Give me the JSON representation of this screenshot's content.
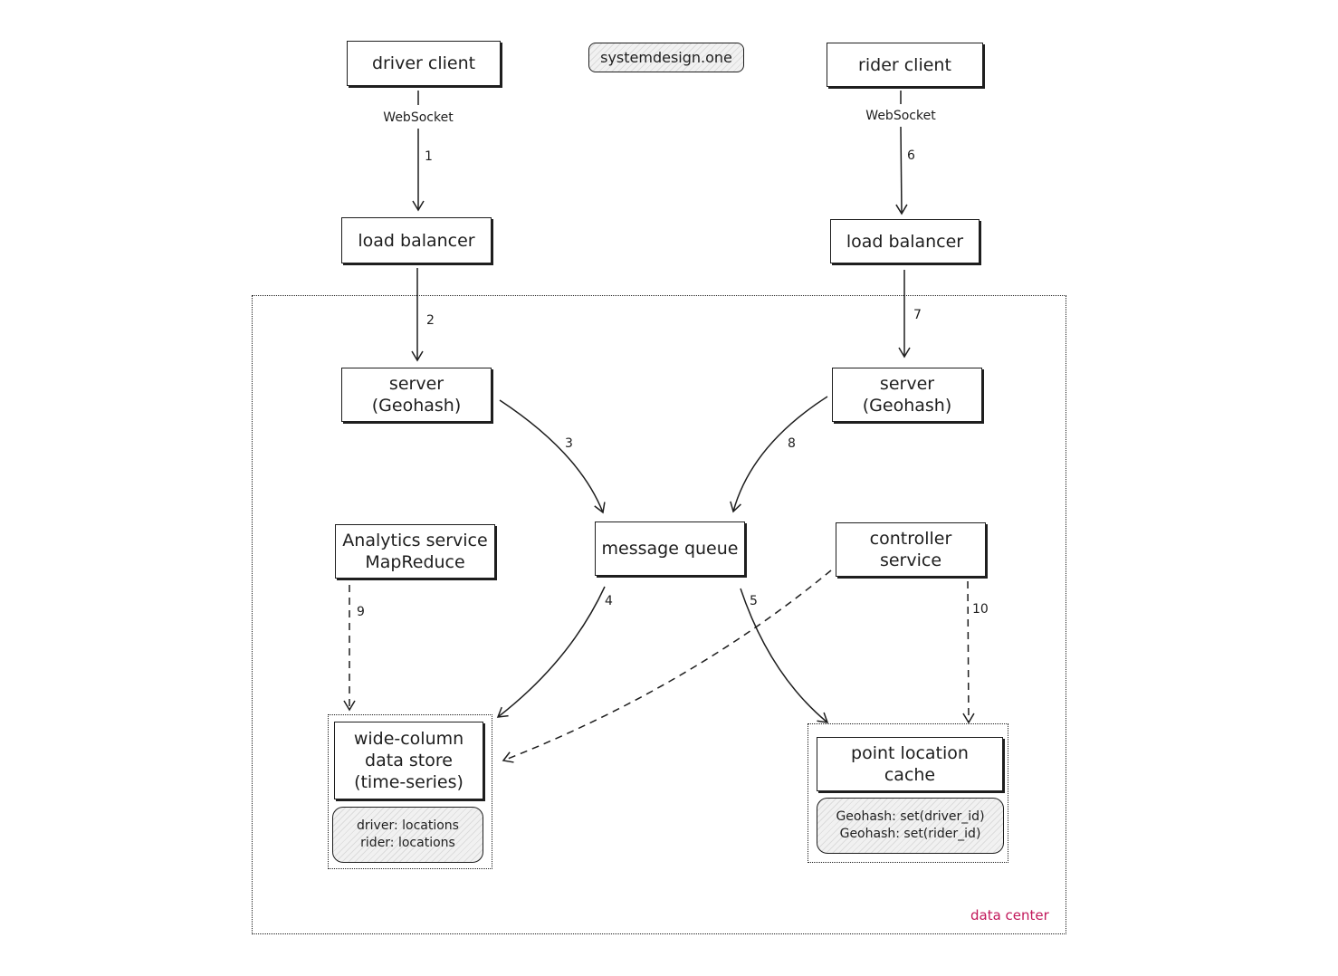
{
  "watermark": "systemdesign.one",
  "nodes": {
    "driver_client": "driver client",
    "rider_client": "rider client",
    "driver_lb": "load balancer",
    "rider_lb": "load balancer",
    "driver_server": [
      "server",
      "(Geohash)"
    ],
    "rider_server": [
      "server",
      "(Geohash)"
    ],
    "analytics": [
      "Analytics service",
      "MapReduce"
    ],
    "message_queue": "message queue",
    "controller": [
      "controller",
      "service"
    ],
    "data_store": [
      "wide-column",
      "data store",
      "(time-series)"
    ],
    "data_store_keys": [
      "driver: locations",
      "rider: locations"
    ],
    "cache": [
      "point location",
      "cache"
    ],
    "cache_keys": [
      "Geohash: set(driver_id)",
      "Geohash: set(rider_id)"
    ]
  },
  "edge_labels": {
    "driver_protocol": "WebSocket",
    "rider_protocol": "WebSocket",
    "e1": "1",
    "e2": "2",
    "e3": "3",
    "e4": "4",
    "e5": "5",
    "e6": "6",
    "e7": "7",
    "e8": "8",
    "e9": "9",
    "e10": "10"
  },
  "region_label": "data center",
  "colors": {
    "stroke": "#1e1e1e",
    "region_label": "#c2185b"
  }
}
